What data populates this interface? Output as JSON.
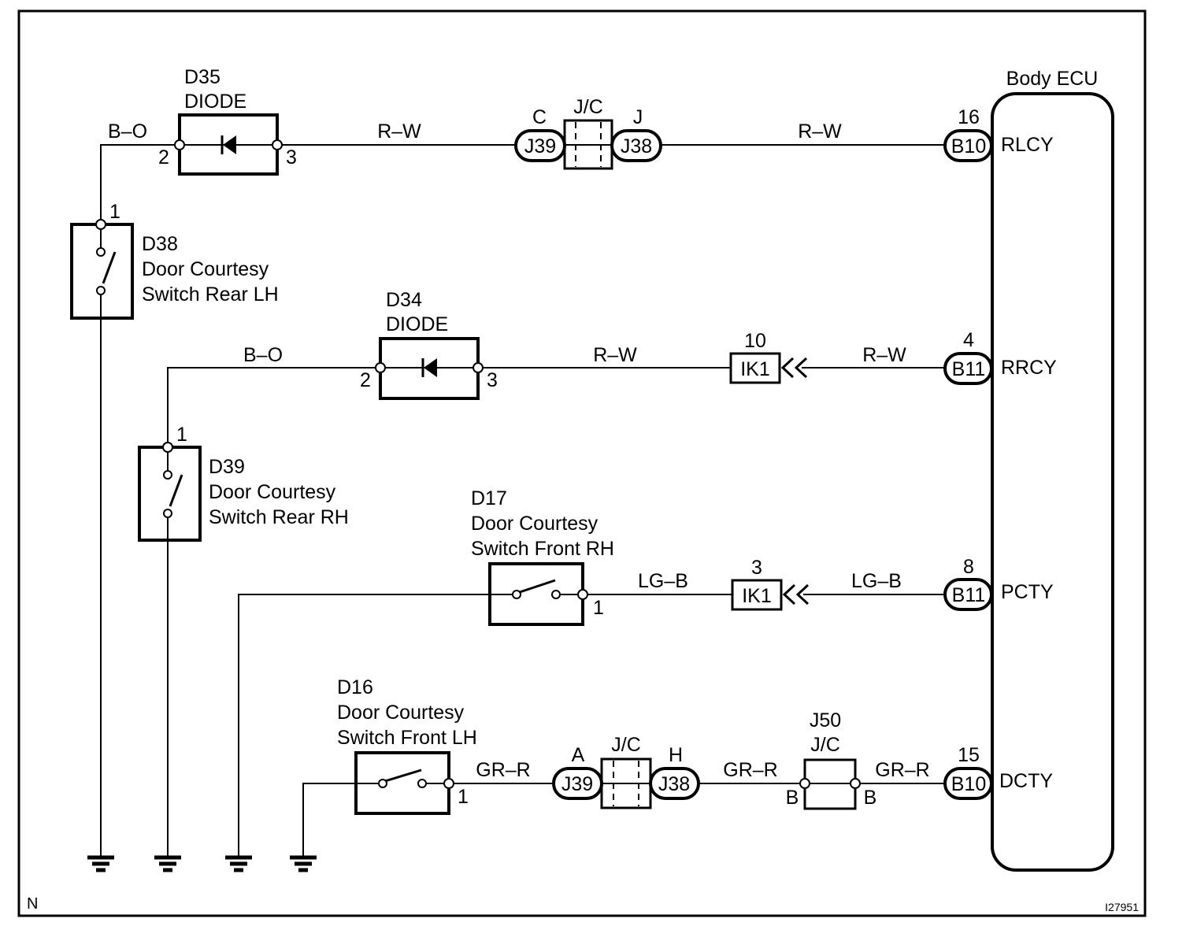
{
  "diagram": {
    "ecu": {
      "title": "Body ECU",
      "pins": [
        {
          "pin": "16",
          "connector": "B10",
          "signal": "RLCY"
        },
        {
          "pin": "4",
          "connector": "B11",
          "signal": "RRCY"
        },
        {
          "pin": "8",
          "connector": "B11",
          "signal": "PCTY"
        },
        {
          "pin": "15",
          "connector": "B10",
          "signal": "DCTY"
        }
      ]
    },
    "diodes": [
      {
        "id": "D35",
        "name": "DIODE",
        "pin_in": "2",
        "pin_out": "3"
      },
      {
        "id": "D34",
        "name": "DIODE",
        "pin_in": "2",
        "pin_out": "3"
      }
    ],
    "switches": [
      {
        "id": "D38",
        "line1": "Door Courtesy",
        "line2": "Switch Rear LH",
        "pin": "1"
      },
      {
        "id": "D39",
        "line1": "Door Courtesy",
        "line2": "Switch Rear RH",
        "pin": "1"
      },
      {
        "id": "D17",
        "line1": "Door Courtesy",
        "line2": "Switch Front RH",
        "pin": "1"
      },
      {
        "id": "D16",
        "line1": "Door Courtesy",
        "line2": "Switch Front LH",
        "pin": "1"
      }
    ],
    "junctions": [
      {
        "label": "J/C",
        "left_conn": "J39",
        "left_pin": "C",
        "right_conn": "J38",
        "right_pin": "J"
      },
      {
        "label": "J/C",
        "left_conn": "J39",
        "left_pin": "A",
        "right_conn": "J38",
        "right_pin": "H"
      }
    ],
    "j50": {
      "id": "J50",
      "label": "J/C",
      "pin_left": "B",
      "pin_right": "B"
    },
    "inline_connectors": [
      {
        "conn": "IK1",
        "pin": "10"
      },
      {
        "conn": "IK1",
        "pin": "3"
      }
    ],
    "wires": {
      "rlcy_left": "B–O",
      "rlcy_mid": "R–W",
      "rlcy_right": "R–W",
      "rrcy_left": "B–O",
      "rrcy_mid": "R–W",
      "rrcy_right": "R–W",
      "pcty_mid": "LG–B",
      "pcty_right": "LG–B",
      "dcty_left": "GR–R",
      "dcty_mid": "GR–R",
      "dcty_right": "GR–R"
    },
    "corner_left": "N",
    "figure_id": "I27951"
  }
}
